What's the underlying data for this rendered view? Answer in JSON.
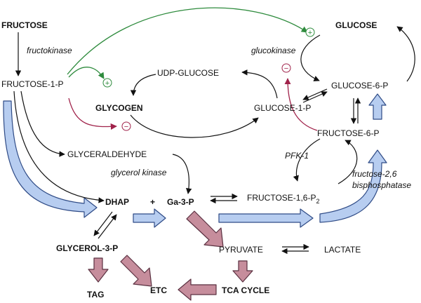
{
  "labels": {
    "fructose": "FRUCTOSE",
    "fructokinase": "fructokinase",
    "fructose_1_p": "FRUCTOSE-1-P",
    "glucose": "GLUCOSE",
    "glucokinase": "glucokinase",
    "udp_glucose": "UDP-GLUCOSE",
    "glycogen": "GLYCOGEN",
    "glucose_1_p": "GLUCOSE-1-P",
    "glucose_6_p": "GLUCOSE-6-P",
    "fructose_6_p": "FRUCTOSE-6-P",
    "glyceraldehyde": "GLYCERALDEHYDE",
    "glycerol_kinase": "glycerol kinase",
    "pfk1": "PFK-1",
    "fructose_16_p2": "FRUCTOSE-1,6-P",
    "fructose_16_p2_sub": "2",
    "bisphosphatase_line1": "fructose-2,6",
    "bisphosphatase_line2": "bisphosphatase",
    "dhap": "DHAP",
    "plus": "+",
    "ga3p": "Ga-3-P",
    "glycerol_3_p": "GLYCEROL-3-P",
    "pyruvate": "PYRUVATE",
    "lactate": "LACTATE",
    "tag": "TAG",
    "etc": "ETC",
    "tca_cycle": "TCA CYCLE"
  },
  "signs": {
    "plus": "+",
    "minus": "−"
  },
  "colors": {
    "activation": "#2e8b3d",
    "inhibition": "#a0224a",
    "blue_arrow_fill": "#b7cdf0",
    "blue_arrow_stroke": "#2f4b86",
    "pink_arrow_fill": "#c68d9c",
    "pink_arrow_stroke": "#5a3040",
    "black": "#111111"
  }
}
